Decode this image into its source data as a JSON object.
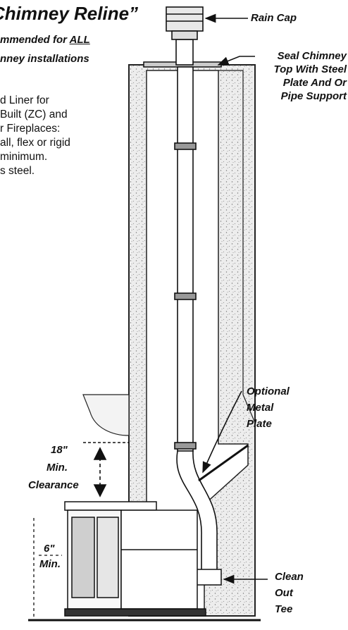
{
  "title": "Chimney Reline”",
  "subtitle": {
    "line1_prefix": "mmended for ",
    "line1_emph": "ALL",
    "line2": "nney installations"
  },
  "description": [
    "d Liner for",
    "Built (ZC) and",
    "r Fireplaces:",
    "all, flex or rigid",
    "minimum.",
    "s steel."
  ],
  "callouts": {
    "rain_cap": "Rain Cap",
    "seal_top": [
      "Seal Chimney",
      "Top With Steel",
      "Plate And Or",
      "Pipe Support"
    ],
    "optional_plate": [
      "Optional",
      "Metal",
      "Plate"
    ],
    "clean_out": [
      "Clean",
      "Out",
      "Tee"
    ]
  },
  "clearances": {
    "top_value": "18\"",
    "top_label": [
      "Min.",
      "Clearance"
    ],
    "side_value": "6\"",
    "side_label": "Min."
  }
}
